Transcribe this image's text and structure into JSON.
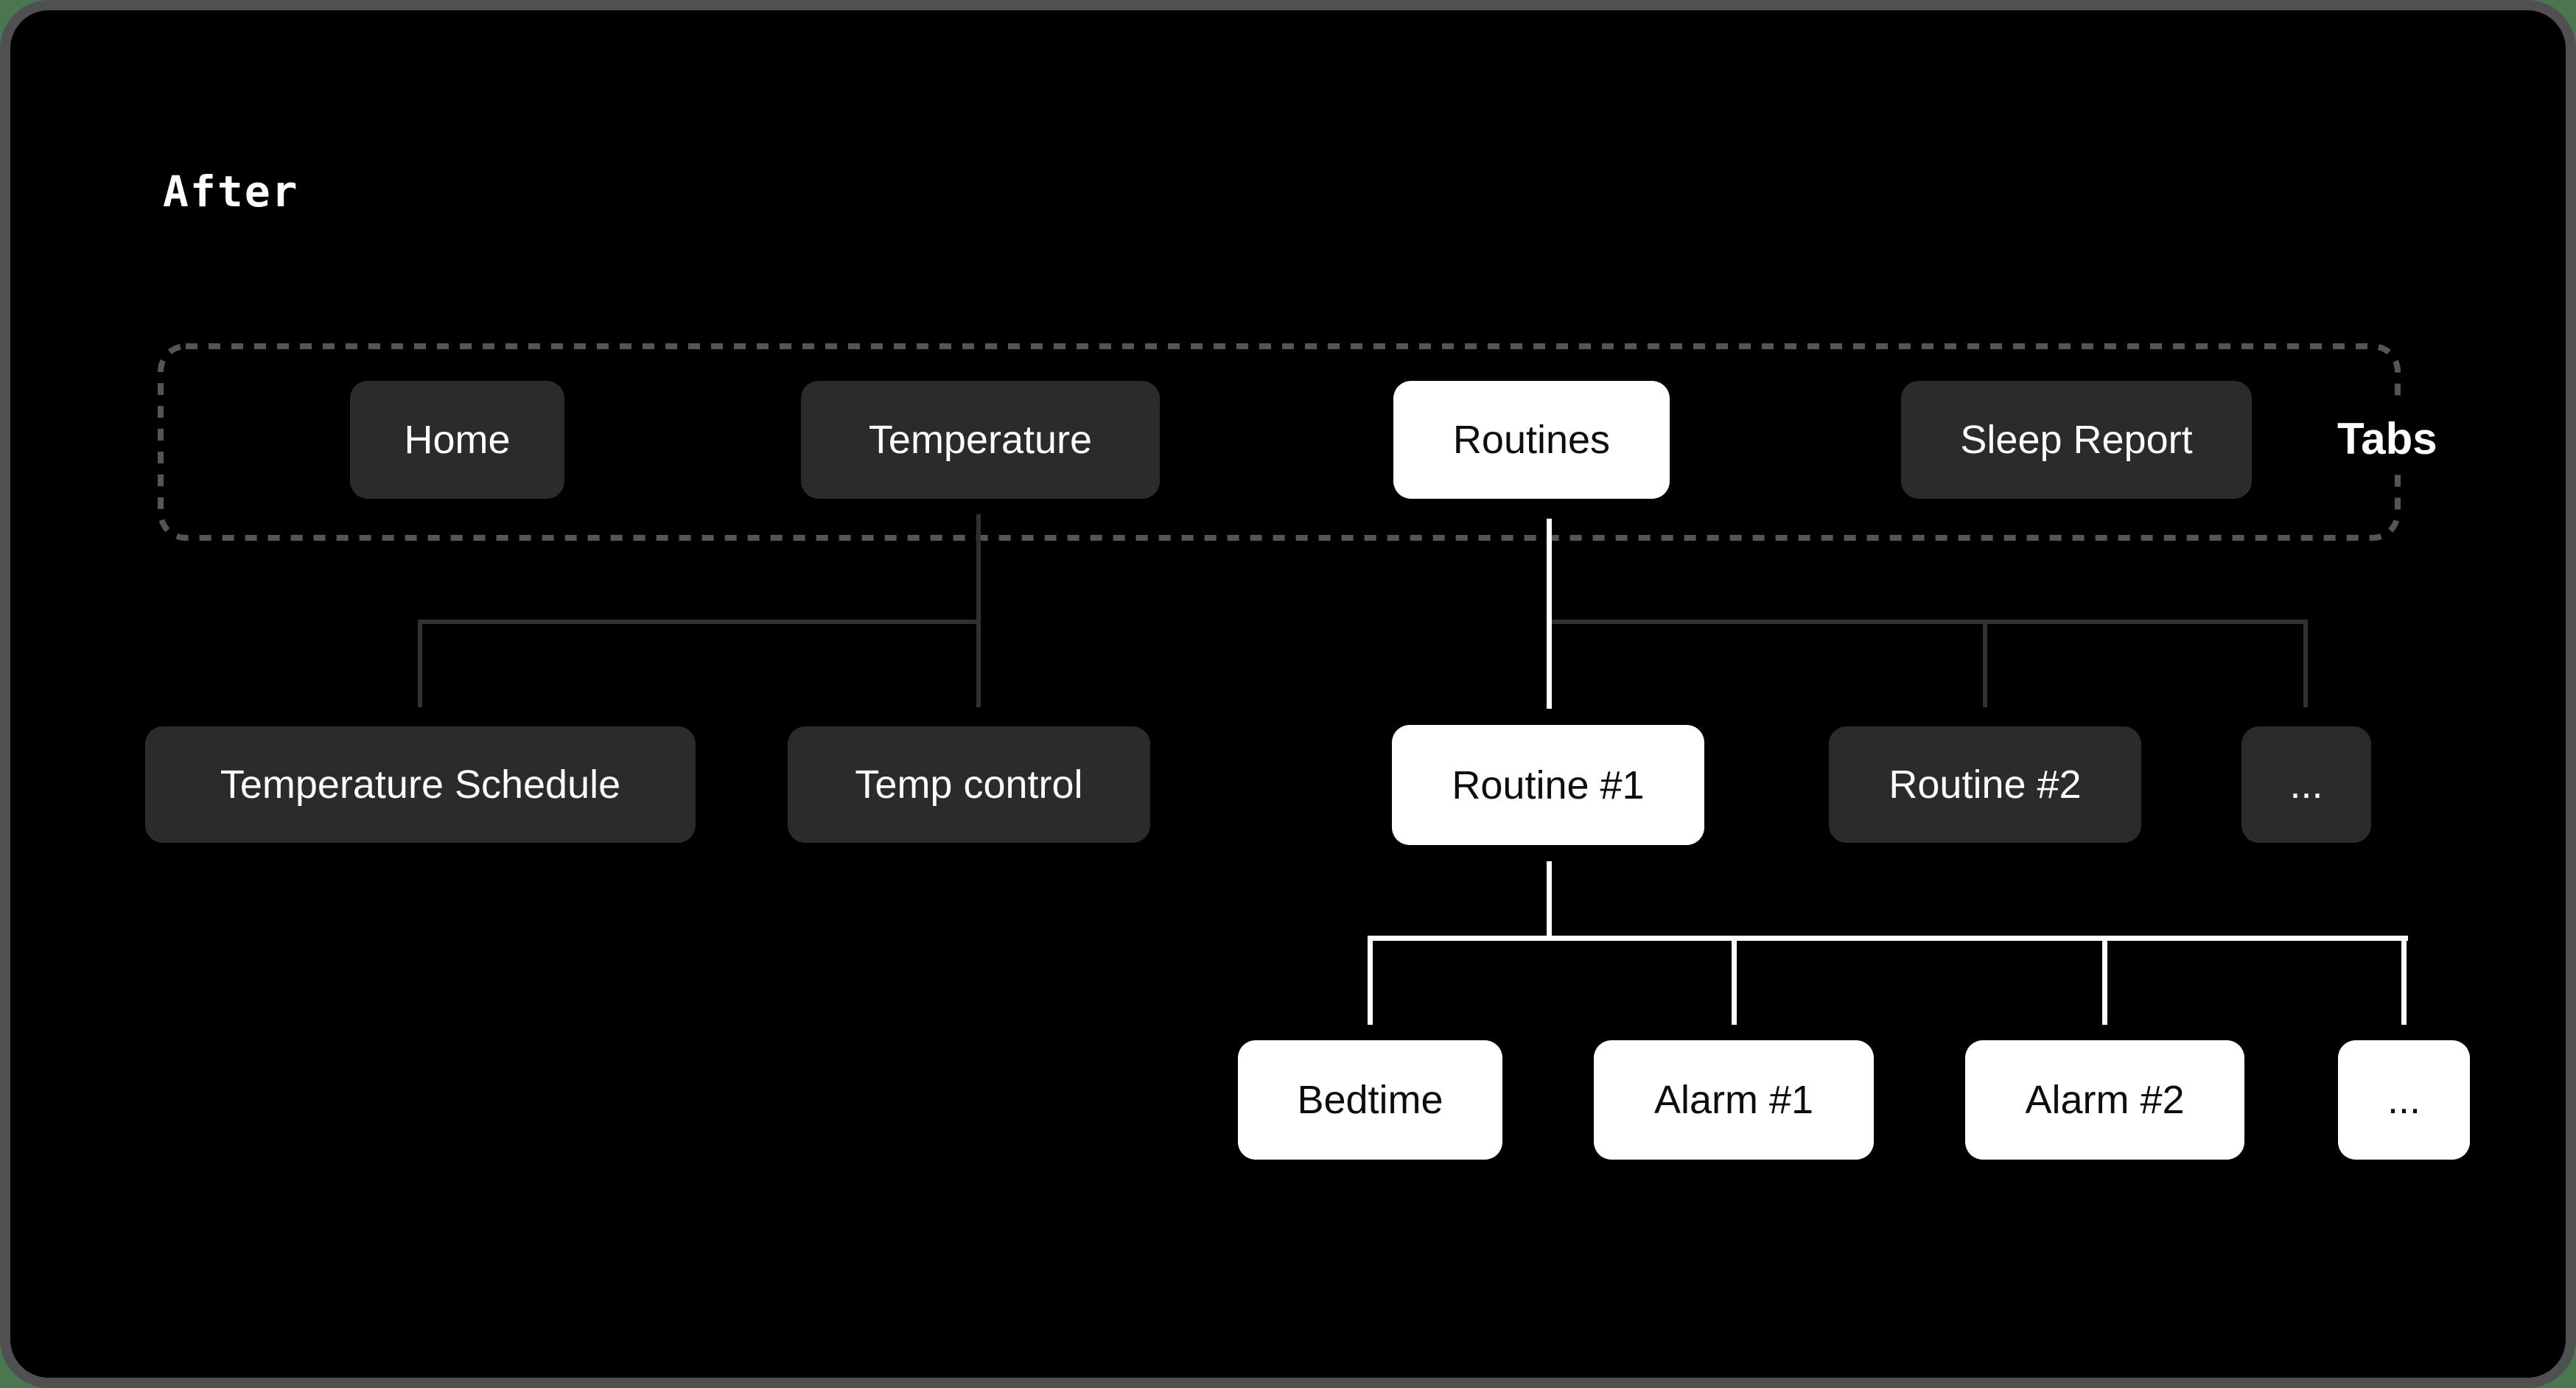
{
  "title": "After",
  "tabs_frame": {
    "label": "Tabs"
  },
  "colors": {
    "page_background": "#4a7750",
    "card_background": "#000000",
    "card_border": "#505050",
    "node_dark": "#2b2b2b",
    "node_light": "#ffffff",
    "dashed_frame": "#555555",
    "connector_gray": "#313131",
    "connector_white": "#ffffff"
  },
  "diagram": {
    "tabs": [
      {
        "label": "Home",
        "active": false
      },
      {
        "label": "Temperature",
        "active": false
      },
      {
        "label": "Routines",
        "active": true
      },
      {
        "label": "Sleep Report",
        "active": false
      }
    ],
    "temperature_children": [
      {
        "label": "Temperature Schedule"
      },
      {
        "label": "Temp control"
      }
    ],
    "routines_children": [
      {
        "label": "Routine #1",
        "active": true
      },
      {
        "label": "Routine #2",
        "active": false
      },
      {
        "label": "...",
        "active": false
      }
    ],
    "routine_1_children": [
      {
        "label": "Bedtime"
      },
      {
        "label": "Alarm #1"
      },
      {
        "label": "Alarm #2"
      },
      {
        "label": "..."
      }
    ]
  }
}
